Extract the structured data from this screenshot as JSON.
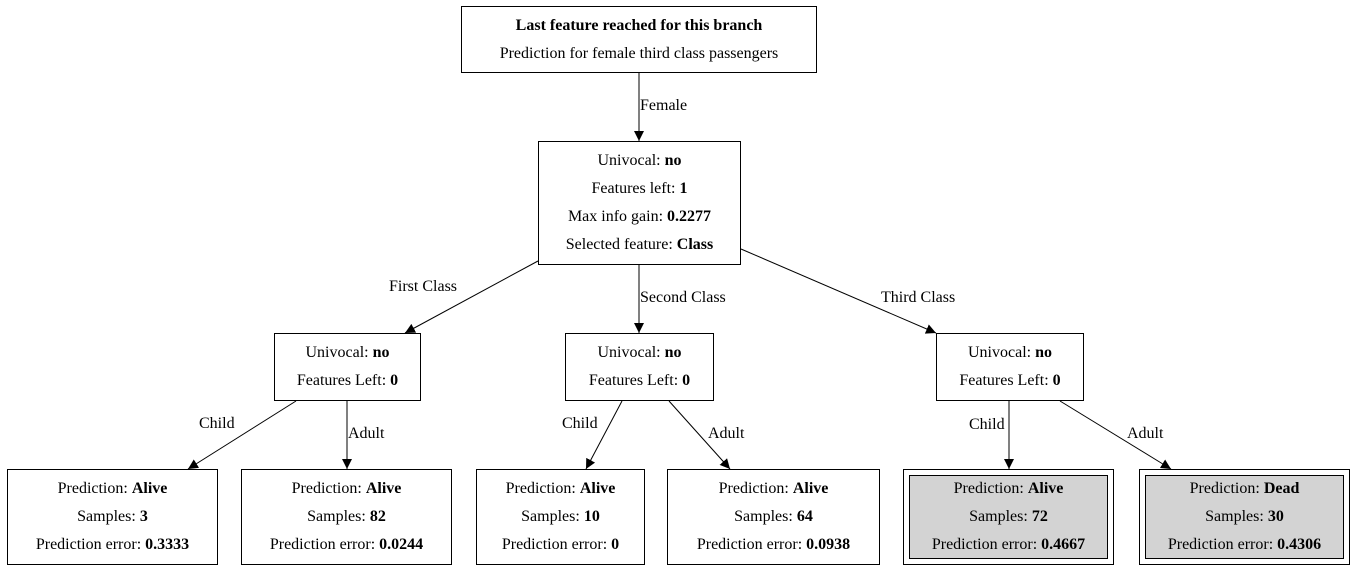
{
  "root": {
    "title": "Last feature reached for this branch",
    "subtitle": "Prediction for female third class passengers"
  },
  "edge_top": "Female",
  "mid": {
    "univocal_label": "Univocal: ",
    "univocal_value": "no",
    "features_label": "Features left: ",
    "features_value": "1",
    "gain_label": "Max info gain: ",
    "gain_value": "0.2277",
    "selected_label": "Selected feature: ",
    "selected_value": "Class"
  },
  "class_edges": [
    "First Class",
    "Second Class",
    "Third Class"
  ],
  "class_nodes": [
    {
      "univocal_label": "Univocal: ",
      "univocal_value": "no",
      "features_label": "Features Left: ",
      "features_value": "0"
    },
    {
      "univocal_label": "Univocal: ",
      "univocal_value": "no",
      "features_label": "Features Left: ",
      "features_value": "0"
    },
    {
      "univocal_label": "Univocal: ",
      "univocal_value": "no",
      "features_label": "Features Left: ",
      "features_value": "0"
    }
  ],
  "age_edges": [
    "Child",
    "Adult",
    "Child",
    "Adult",
    "Child",
    "Adult"
  ],
  "leaves": [
    {
      "pred_label": "Prediction: ",
      "pred_value": "Alive",
      "samples_label": "Samples: ",
      "samples_value": "3",
      "error_label": "Prediction error: ",
      "error_value": "0.3333"
    },
    {
      "pred_label": "Prediction: ",
      "pred_value": "Alive",
      "samples_label": "Samples: ",
      "samples_value": "82",
      "error_label": "Prediction error: ",
      "error_value": "0.0244"
    },
    {
      "pred_label": "Prediction: ",
      "pred_value": "Alive",
      "samples_label": "Samples: ",
      "samples_value": "10",
      "error_label": "Prediction error: ",
      "error_value": "0"
    },
    {
      "pred_label": "Prediction: ",
      "pred_value": "Alive",
      "samples_label": "Samples: ",
      "samples_value": "64",
      "error_label": "Prediction error: ",
      "error_value": "0.0938"
    },
    {
      "pred_label": "Prediction: ",
      "pred_value": "Alive",
      "samples_label": "Samples: ",
      "samples_value": "72",
      "error_label": "Prediction error: ",
      "error_value": "0.4667"
    },
    {
      "pred_label": "Prediction: ",
      "pred_value": "Dead",
      "samples_label": "Samples: ",
      "samples_value": "30",
      "error_label": "Prediction error: ",
      "error_value": "0.4306"
    }
  ],
  "colors": {
    "line": "#000000",
    "highlight_fill": "#d3d3d3"
  }
}
